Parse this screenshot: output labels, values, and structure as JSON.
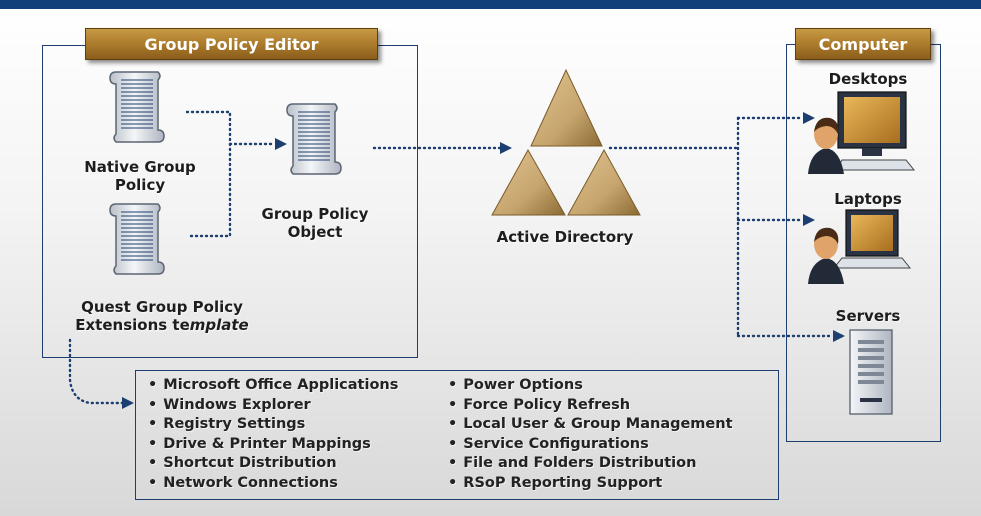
{
  "editor": {
    "title": "Group Policy Editor",
    "native_label": [
      "Native Group",
      "Policy"
    ],
    "quest_label_line1": "Quest Group Policy",
    "quest_label_line2_plain": "Extensions te",
    "quest_label_line2_italic": "mplate",
    "gpo_label": [
      "Group Policy",
      "Object"
    ]
  },
  "active_directory": {
    "label": "Active Directory"
  },
  "computer": {
    "title": "Computer",
    "desktops_label": "Desktops",
    "laptops_label": "Laptops",
    "servers_label": "Servers"
  },
  "extensions": {
    "left": [
      "Microsoft Office Applications",
      "Windows Explorer",
      "Registry Settings",
      "Drive & Printer Mappings",
      "Shortcut Distribution",
      "Network Connections"
    ],
    "right": [
      "Power Options",
      "Force Policy Refresh",
      "Local User & Group Management",
      "Service Configurations",
      "File and Folders Distribution",
      "RSoP Reporting Support"
    ]
  },
  "colors": {
    "navy": "#123f7a",
    "gold": "#b08333",
    "triangle": "#c6a46e"
  },
  "icons": [
    "scroll-icon",
    "triangle-icon",
    "desktop-user-icon",
    "laptop-user-icon",
    "server-icon"
  ]
}
